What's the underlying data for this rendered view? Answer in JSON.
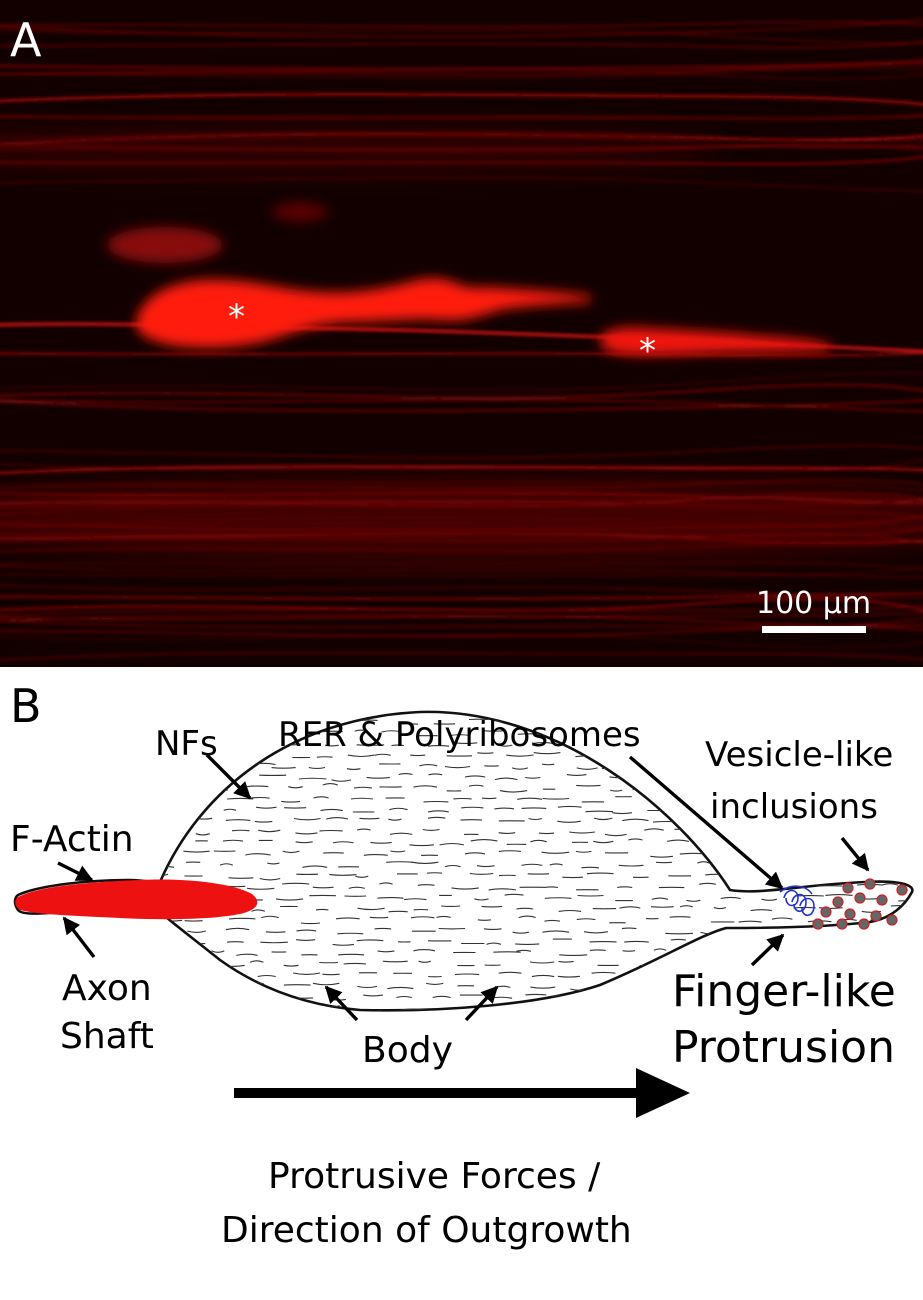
{
  "panel_a": {
    "label": "A",
    "scale_bar_label": "100 µm",
    "bead_marker": "*",
    "colors": {
      "background": "#120000",
      "fluorescence": "#e8120c",
      "glow": "#ff2a1a"
    }
  },
  "panel_b": {
    "label": "B",
    "labels": {
      "nfs": "NFs",
      "rer": "RER & Polyribosomes",
      "vesicle_1": "Vesicle-like",
      "vesicle_2": "inclusions",
      "factin": "F-Actin",
      "axon_1": "Axon",
      "axon_2": "Shaft",
      "finger_1": "Finger-like",
      "finger_2": "Protrusion",
      "body": "Body",
      "forces_1": "Protrusive Forces /",
      "forces_2": "Direction of Outgrowth"
    },
    "colors": {
      "actin": "#ee1111",
      "rer": "#2233cc",
      "vesicle": "#666666",
      "outline": "#111111",
      "filament": "#333333"
    }
  }
}
